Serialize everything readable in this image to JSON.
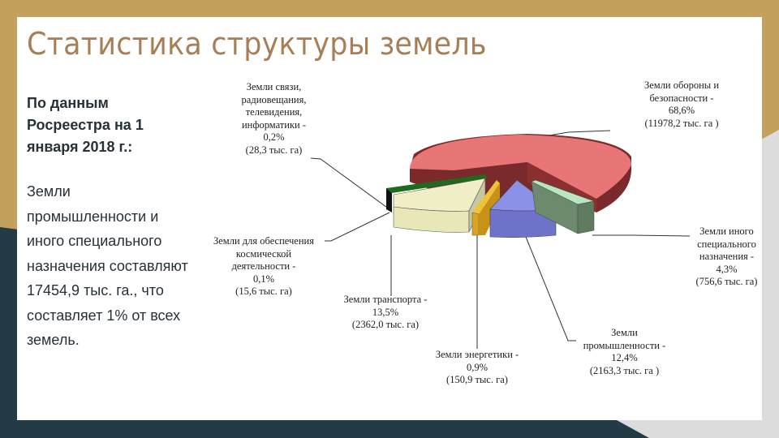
{
  "slide": {
    "title": "Статистика структуры земель",
    "lead": "По данным Росреестра на 1 января 2018 г.:",
    "body": "Земли промышленности и иного специального назначения составляют 17454,9 тыс. га., что составляет 1% от всех земель.",
    "colors": {
      "gold": "#c3a15c",
      "dark_teal": "#233b44",
      "light_gray": "#dcdcdc",
      "title": "#a67f59",
      "text": "#263238"
    }
  },
  "labels": {
    "defense": "Земли обороны и\nбезопасности -\n68,6%\n(11978,2 тыс. га )",
    "communications": "Земли связи,\nрадиовещания,\nтелевидения,\nинформатики -\n0,2%\n(28,3 тыс. га)",
    "space": "Земли для обеспечения\nкосмической\nдеятельности -\n0,1%\n(15,6 тыс. га)",
    "transport": "Земли транспорта -\n13,5%\n(2362,0 тыс. га)",
    "energy": "Земли энергетики -\n0,9%\n(150,9 тыс. га)",
    "industry": "Земли\nпромышленности -\n12,4%\n(2163,3 тыс. га )",
    "other": "Земли иного\nспециального\nназначения -\n4,3%\n(756,6 тыс. га)"
  },
  "chart_data": {
    "type": "pie",
    "title": "",
    "unit": "тыс. га",
    "categories": [
      "Земли обороны и безопасности",
      "Земли иного специального назначения",
      "Земли промышленности",
      "Земли энергетики",
      "Земли транспорта",
      "Земли для обеспечения космической деятельности",
      "Земли связи, радиовещания, телевидения, информатики"
    ],
    "values": [
      11978.2,
      756.6,
      2163.3,
      150.9,
      2362.0,
      15.6,
      28.3
    ],
    "percentages": [
      68.6,
      4.3,
      12.4,
      0.9,
      13.5,
      0.1,
      0.2
    ],
    "colors": [
      "#e57373",
      "#b9e3bf",
      "#8a8fe0",
      "#e2b32a",
      "#f0efc8",
      "#1a1a1a",
      "#1e6b1e"
    ],
    "style": "3d-exploded",
    "legend": "none (callout labels)"
  }
}
